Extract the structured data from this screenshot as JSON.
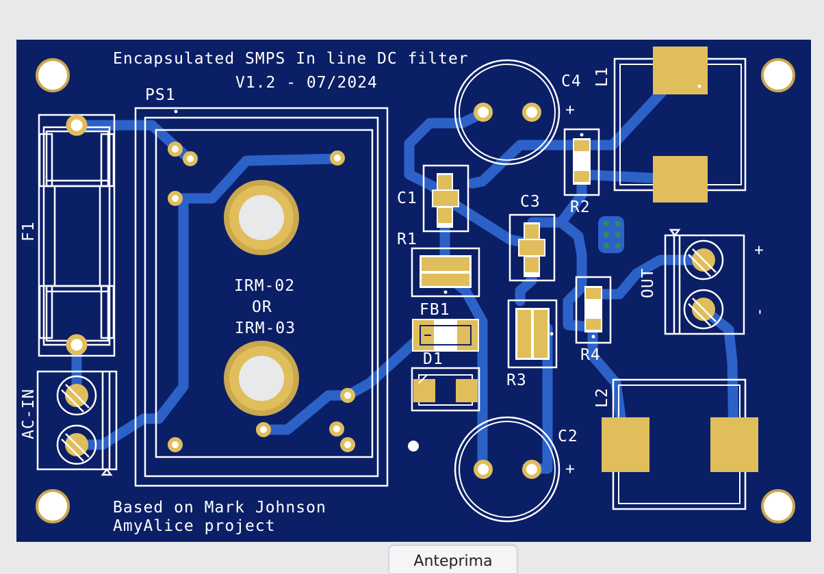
{
  "board": {
    "title_line1": "Encapsulated SMPS In line DC filter",
    "title_line2": "V1.2 - 07/2024",
    "credit_line1": "Based on Mark Johnson",
    "credit_line2": "AmyAlice project",
    "module_line1": "IRM-02",
    "module_line2": "OR",
    "module_line3": "IRM-03",
    "plus_sign": "+",
    "minus_sign": "-"
  },
  "designators": {
    "ps1": "PS1",
    "f1": "F1",
    "ac_in": "AC-IN",
    "c1": "C1",
    "c2": "C2",
    "c3": "C3",
    "c4": "C4",
    "r1": "R1",
    "r2": "R2",
    "r3": "R3",
    "r4": "R4",
    "fb1": "FB1",
    "d1": "D1",
    "l1": "L1",
    "l2": "L2",
    "out": "OUT"
  },
  "tab": {
    "label": "Anteprima"
  },
  "colors": {
    "substrate": "#0b1f66",
    "copper_trace": "#2c62c8",
    "copper_pad": "#e0be5c",
    "pad_ring": "#c9a84e",
    "silkscreen": "#ffffff",
    "drill": "#e9e9ec"
  }
}
